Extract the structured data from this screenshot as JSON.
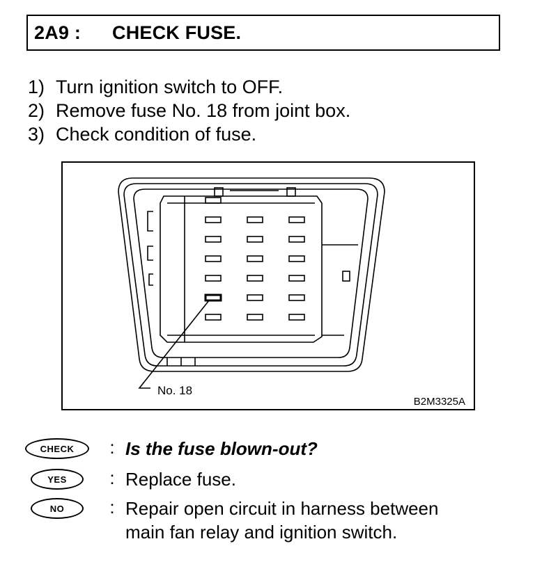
{
  "header": {
    "code": "2A9 :",
    "title": "CHECK FUSE."
  },
  "steps": [
    {
      "num": "1)",
      "text": "Turn ignition switch to OFF."
    },
    {
      "num": "2)",
      "text": "Remove fuse No. 18 from joint box."
    },
    {
      "num": "3)",
      "text": "Check condition of fuse."
    }
  ],
  "figure": {
    "callout_label": "No. 18",
    "figure_code": "B2M3325A"
  },
  "check": {
    "check_badge": "CHECK",
    "question": "Is the fuse blown-out?",
    "yes_badge": "YES",
    "yes_text": "Replace fuse.",
    "no_badge": "NO",
    "no_text_line1": "Repair open circuit in harness between",
    "no_text_line2": "main fan relay and ignition switch.",
    "separator": ":"
  }
}
